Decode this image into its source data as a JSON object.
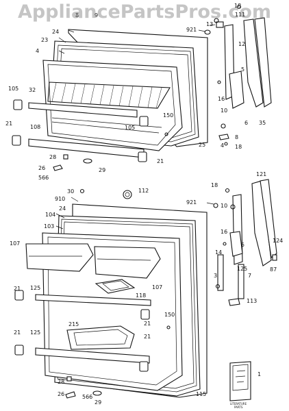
{
  "watermark": "AppliancePartsPros.com",
  "callouts": {
    "c18a": "18",
    "c111a": "111",
    "c8top": "8",
    "c9top": "9",
    "c13": "13",
    "c24a": "24",
    "c921a": "921",
    "c23": "23",
    "c12": "12",
    "c4": "4",
    "c5a": "5",
    "c105a": "105",
    "c32": "32",
    "c16a": "16",
    "c150a": "150",
    "c105b": "105",
    "c10": "10",
    "c6": "6",
    "c35": "35",
    "c25": "25",
    "c21a": "21",
    "c108": "108",
    "c8a": "8",
    "c4b": "4",
    "c18b": "18",
    "c28a": "28",
    "c26a": "26",
    "c21b": "21",
    "c29a": "29",
    "c566a": "566",
    "c30": "30",
    "c112": "112",
    "c18c": "18",
    "c121": "121",
    "c910b": "910",
    "c24b": "24",
    "c921b": "921",
    "c10b": "10",
    "c104": "104",
    "c103": "103",
    "c16b": "16",
    "c107a": "107",
    "c5b": "5",
    "c124": "124",
    "c14": "14",
    "c3": "3",
    "c7": "7",
    "c87": "87",
    "c125a": "125",
    "c107b": "107",
    "c21c": "21",
    "c125b": "125",
    "c118": "118",
    "c113": "113",
    "c150b": "150",
    "c215": "215",
    "c21d": "21",
    "c21e": "21",
    "c125c": "125",
    "c21f": "21",
    "c115": "115",
    "c28b": "28",
    "c26b": "26",
    "c566b": "566",
    "c29b": "29",
    "c1": "1"
  },
  "literature": {
    "line1": "LITERATURE",
    "line2": "PARTS"
  }
}
